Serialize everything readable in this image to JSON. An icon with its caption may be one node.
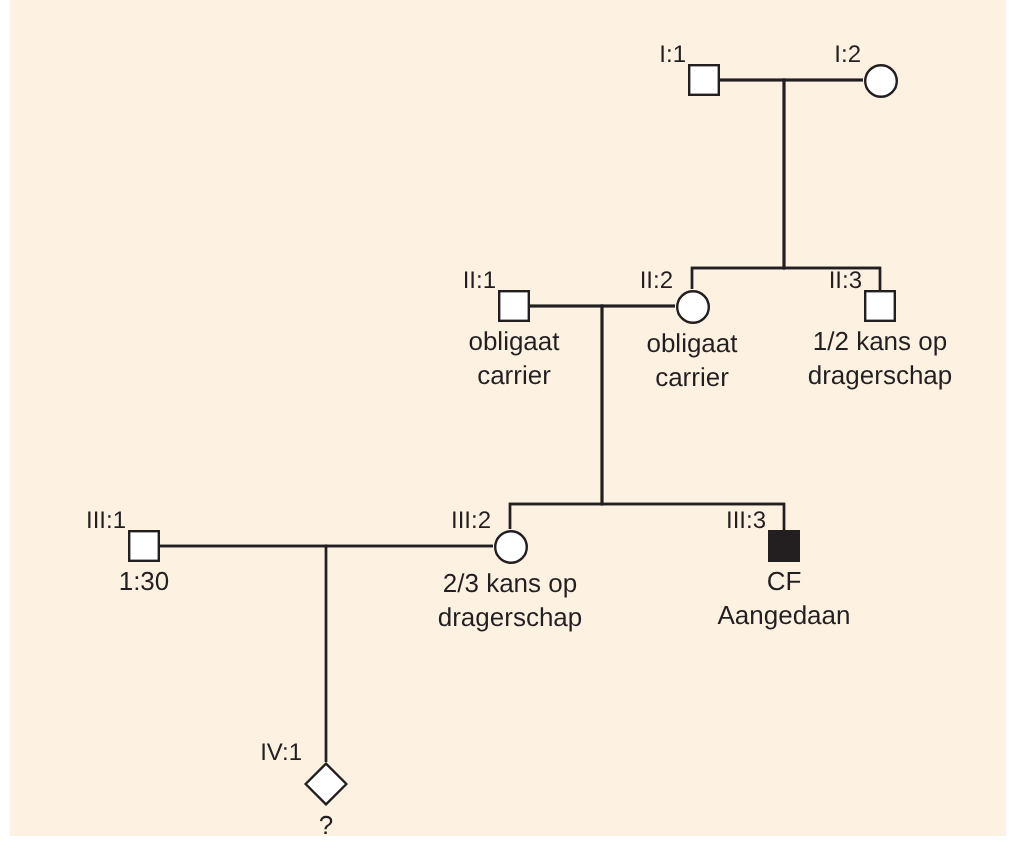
{
  "diagram": {
    "nodes": [
      {
        "text": [],
        "shape": "box",
        "beside": [
          "I:1"
        ]
      },
      {
        "text": [],
        "shape": "circle",
        "beside": [
          "I:2"
        ]
      },
      {
        "text": [],
        "shape": "box",
        "beside": [
          "II:1",
          "obligaat carrier"
        ]
      },
      {
        "text": [],
        "shape": "circle",
        "beside": [
          "II:2",
          "obligaat carrier"
        ]
      },
      {
        "text": [],
        "shape": "box",
        "beside": [
          "II:3",
          "1/2 kans op dragerschap"
        ]
      },
      {
        "text": [],
        "shape": "box",
        "beside": [
          "III:1",
          "1:30"
        ]
      },
      {
        "text": [],
        "shape": "circle",
        "beside": [
          "III:2",
          "2/3 kans op dragerschap"
        ]
      },
      {
        "text": [],
        "shape": "filled-box",
        "beside": [
          "III:3",
          "CF Aangedaan"
        ]
      },
      {
        "text": [],
        "shape": "diamond",
        "beside": [
          "IV:1",
          "?"
        ]
      }
    ],
    "edges": [
      {
        "from": 0,
        "to": 1,
        "arrow": "none"
      },
      {
        "from": 0,
        "to": 3,
        "arrow": "none"
      },
      {
        "from": 0,
        "to": 4,
        "arrow": "none"
      },
      {
        "from": 1,
        "to": 3,
        "arrow": "none"
      },
      {
        "from": 1,
        "to": 4,
        "arrow": "none"
      },
      {
        "from": 2,
        "to": 3,
        "arrow": "none"
      },
      {
        "from": 2,
        "to": 6,
        "arrow": "none"
      },
      {
        "from": 2,
        "to": 7,
        "arrow": "none"
      },
      {
        "from": 3,
        "to": 6,
        "arrow": "none"
      },
      {
        "from": 3,
        "to": 7,
        "arrow": "none"
      },
      {
        "from": 5,
        "to": 6,
        "arrow": "none"
      },
      {
        "from": 5,
        "to": 8,
        "arrow": "none"
      },
      {
        "from": 6,
        "to": 8,
        "arrow": "none"
      }
    ]
  }
}
